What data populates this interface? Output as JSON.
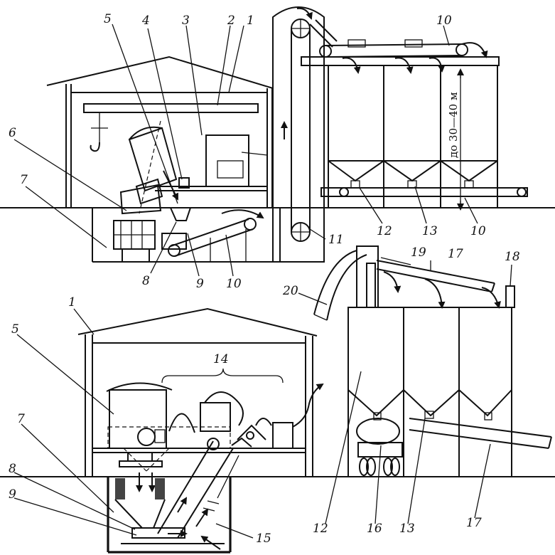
{
  "labels": {
    "n1": "1",
    "n2": "2",
    "n3": "3",
    "n4": "4",
    "n5": "5",
    "n6": "6",
    "n7": "7",
    "n8": "8",
    "n9": "9",
    "n10": "10",
    "n11": "11",
    "n12": "12",
    "n13": "13",
    "n14": "14",
    "n15": "15",
    "n16": "16",
    "n17": "17",
    "n18": "18",
    "n19": "19",
    "n20": "20"
  },
  "height_annotation": "до 30—40 м"
}
